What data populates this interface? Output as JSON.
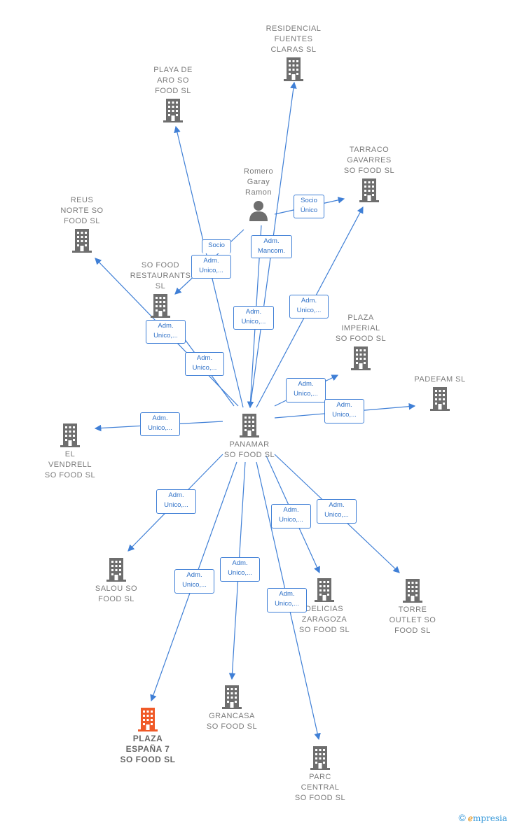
{
  "nodes": {
    "residencial": {
      "label": "RESIDENCIAL\nFUENTES\nCLARAS  SL",
      "kind": "company"
    },
    "playa_aro": {
      "label": "PLAYA DE\nARO SO\nFOOD  SL",
      "kind": "company"
    },
    "romero": {
      "label": "Romero\nGaray\nRamon",
      "kind": "person"
    },
    "tarraco": {
      "label": "TARRACO\nGAVARRES\nSO FOOD  SL",
      "kind": "company"
    },
    "reus": {
      "label": "REUS\nNORTE SO\nFOOD  SL",
      "kind": "company"
    },
    "so_food_rest": {
      "label": "SO FOOD\nRESTAURANTS\nSL",
      "kind": "company"
    },
    "plaza_imperial": {
      "label": "PLAZA\nIMPERIAL\nSO FOOD  SL",
      "kind": "company"
    },
    "padefam": {
      "label": "PADEFAM  SL",
      "kind": "company"
    },
    "panamar": {
      "label": "PANAMAR\nSO FOOD  SL",
      "kind": "company"
    },
    "vendrell": {
      "label": "EL\nVENDRELL\nSO FOOD  SL",
      "kind": "company"
    },
    "salou": {
      "label": "SALOU SO\nFOOD  SL",
      "kind": "company"
    },
    "delicias": {
      "label": "DELICIAS\nZARAGOZA\nSO FOOD  SL",
      "kind": "company"
    },
    "torre": {
      "label": "TORRE\nOUTLET SO\nFOOD  SL",
      "kind": "company"
    },
    "grancasa": {
      "label": "GRANCASA\nSO FOOD  SL",
      "kind": "company"
    },
    "plaza_espana": {
      "label": "PLAZA\nESPAÑA 7\nSO FOOD  SL",
      "kind": "company-highlight"
    },
    "parc_central": {
      "label": "PARC\nCENTRAL\nSO FOOD  SL",
      "kind": "company"
    }
  },
  "edge_labels": {
    "socio_unico": "Socio\nÚnico",
    "adm_mancom": "Adm.\nMancom.",
    "socio": "Socio",
    "adm_unico": "Adm.\nUnico,..."
  },
  "branding": {
    "copyright": "©",
    "brand_first": "ℯ",
    "brand_rest": "mpresia"
  },
  "colors": {
    "icon": "#6e6e6e",
    "highlight": "#f05a28",
    "edge": "#3f7fd6"
  }
}
